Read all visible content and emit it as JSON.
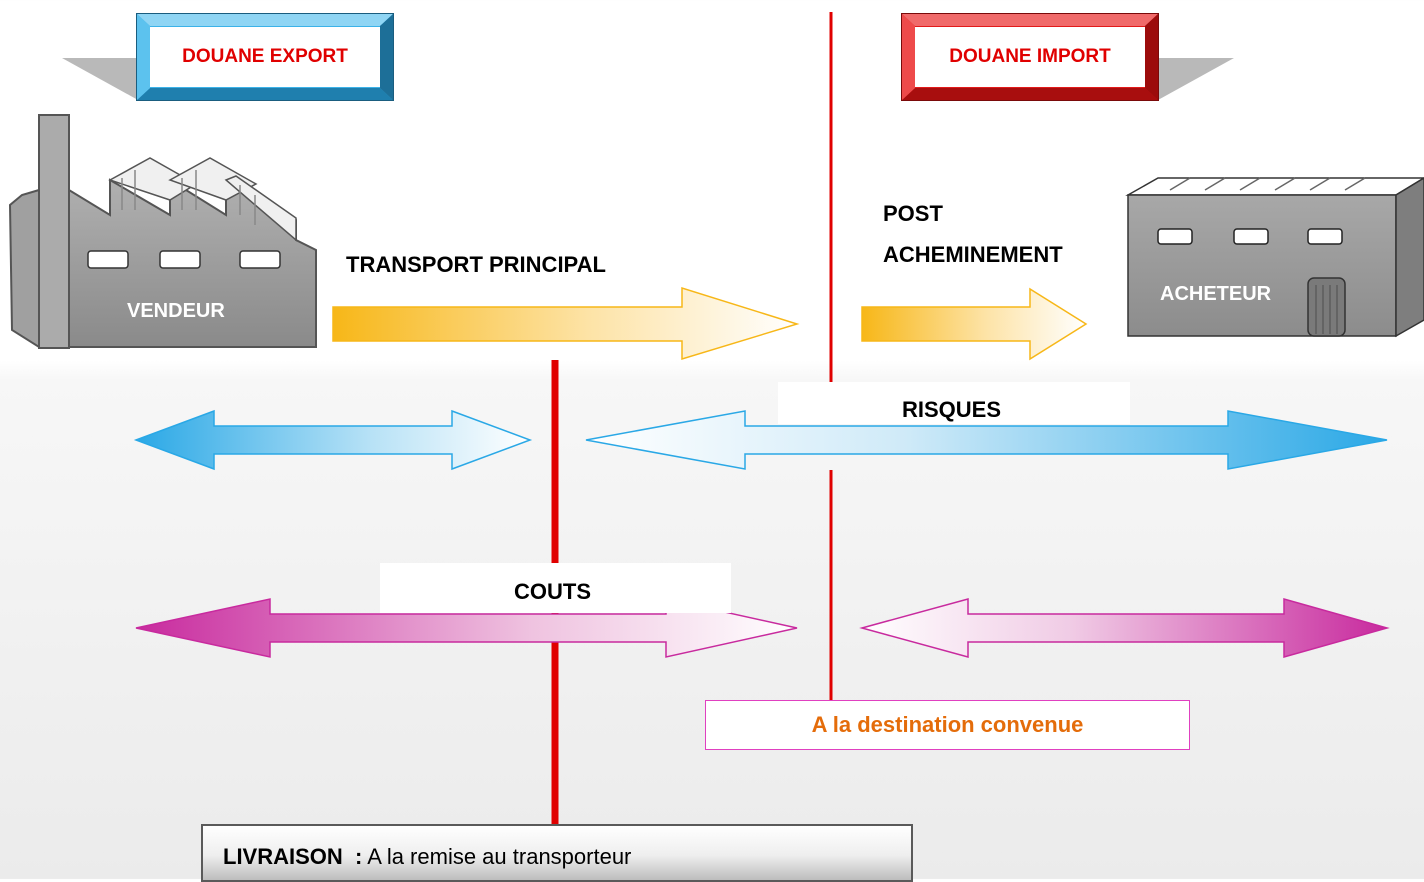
{
  "customs": {
    "export_label": "DOUANE EXPORT",
    "import_label": "DOUANE IMPORT"
  },
  "parties": {
    "seller": "VENDEUR",
    "buyer": "ACHETEUR"
  },
  "transport": {
    "main": "TRANSPORT PRINCIPAL",
    "post_line1": "POST",
    "post_line2": "ACHEMINEMENT"
  },
  "rows": {
    "risks": "RISQUES",
    "costs": "COUTS"
  },
  "destination": "A la destination convenue",
  "delivery": {
    "label": "LIVRAISON  :",
    "value": "A la remise au transporteur"
  },
  "colors": {
    "export_blue": "#3cb2e8",
    "import_red": "#e21a1a",
    "divider_red": "#e00000",
    "transport_yellow": "#f7b718",
    "risk_blue": "#2aa8e6",
    "cost_magenta": "#c82a9e",
    "destination_orange": "#e46c0a"
  }
}
